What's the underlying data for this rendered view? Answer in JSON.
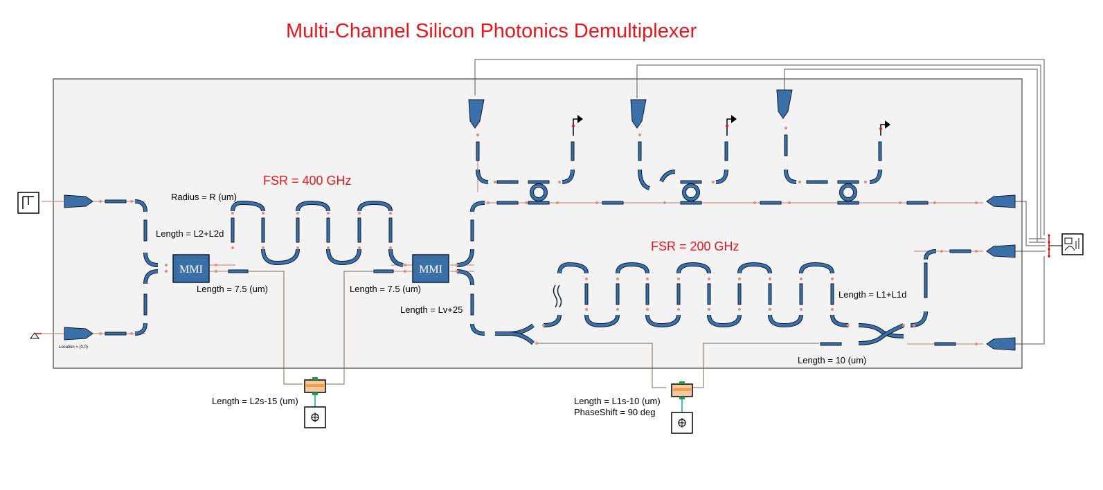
{
  "title": "Multi-Channel Silicon Photonics Demultiplexer",
  "annotations": {
    "fsr_400": "FSR = 400 GHz",
    "fsr_200": "FSR = 200 GHz",
    "radius": "Radius = R (um)",
    "length_l2": "Length = L2+L2d",
    "length_75_a": "Length = 7.5 (um)",
    "length_75_b": "Length = 7.5 (um)",
    "length_lv": "Length = Lv+25",
    "length_l1": "Length = L1+L1d",
    "length_10": "Length = 10 (um)",
    "length_l2s": "Length = L2s-15 (um)",
    "length_l1s": "Length = L1s-10 (um)",
    "phase_shift": "PhaseShift = 90 deg",
    "location": "Location = (0,0)"
  },
  "components": {
    "mmi_1": "MMI",
    "mmi_2": "MMI"
  },
  "colors": {
    "title_red": "#e8161b",
    "waveguide_blue": "#3a6fa8",
    "port_pink": "#e58b7b",
    "panel_bg": "#f3f3f3"
  }
}
